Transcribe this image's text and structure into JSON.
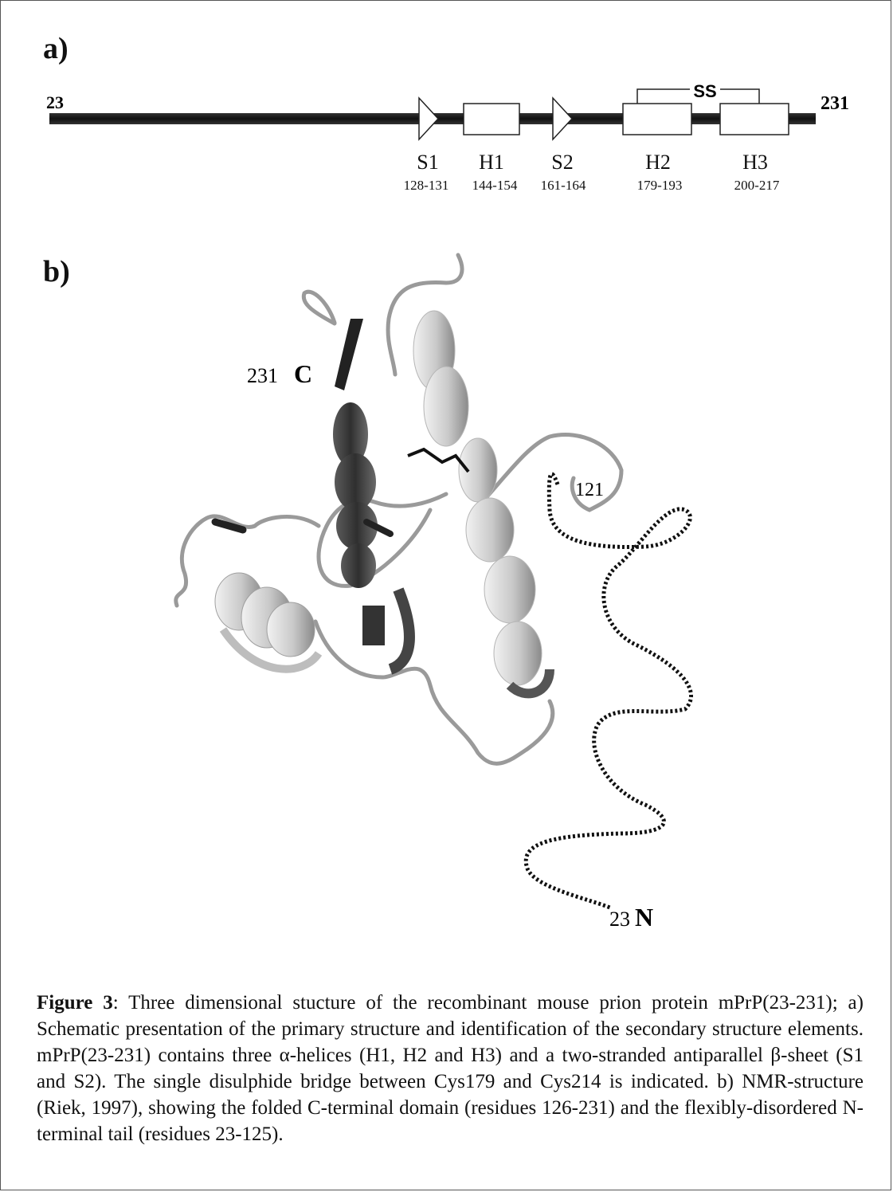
{
  "panels": {
    "a": "a)",
    "b": "b)"
  },
  "schematic": {
    "start_label": "23",
    "end_label": "231",
    "disulfide_label": "SS",
    "elements": [
      {
        "type": "strand",
        "name": "S1",
        "range": "128-131"
      },
      {
        "type": "helix",
        "name": "H1",
        "range": "144-154"
      },
      {
        "type": "strand",
        "name": "S2",
        "range": "161-164"
      },
      {
        "type": "helix",
        "name": "H2",
        "range": "179-193"
      },
      {
        "type": "helix",
        "name": "H3",
        "range": "200-217"
      }
    ]
  },
  "structure": {
    "c_term_number": "231",
    "c_term_letter": "C",
    "n_term_number": "23",
    "n_term_letter": "N",
    "marker": "121"
  },
  "caption": {
    "label": "Figure 3",
    "text": ": Three dimensional stucture of the recombinant mouse prion protein mPrP(23-231); a) Schematic presentation of the primary structure and identification of the secondary structure elements. mPrP(23-231) contains three α-helices (H1, H2 and H3) and a two-stranded antiparallel β-sheet (S1 and S2). The single disulphide bridge between Cys179 and Cys214 is indicated. b) NMR-structure (Riek, 1997), showing the folded C-terminal domain (residues 126-231) and the flexibly-disordered N-terminal tail (residues 23-125)."
  }
}
